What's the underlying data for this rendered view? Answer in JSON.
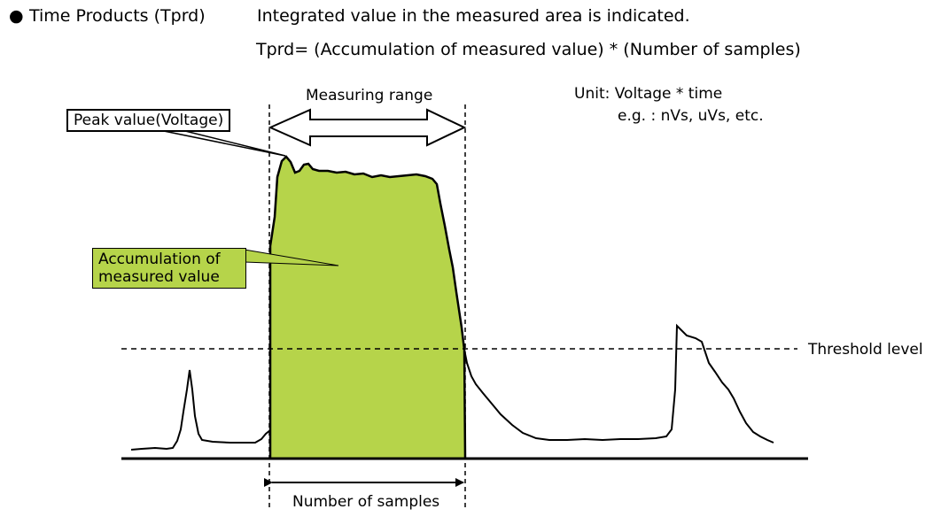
{
  "header": {
    "bullet": "●",
    "term": "Time Products (Tprd)",
    "description": "Integrated value in the measured area is indicated.",
    "formula": "Tprd= (Accumulation of measured value) * (Number of samples)"
  },
  "diagram": {
    "measuring_range_label": "Measuring range",
    "unit_label": "Unit: Voltage * time",
    "unit_example": "e.g. : nVs, uVs,  etc.",
    "peak_label": "Peak value(Voltage)",
    "accumulation_label": "Accumulation of\nmeasured value",
    "threshold_label": "Threshold level",
    "samples_label": "Number of samples"
  },
  "colors": {
    "fill": "#b6d44a",
    "stroke": "#000000"
  }
}
